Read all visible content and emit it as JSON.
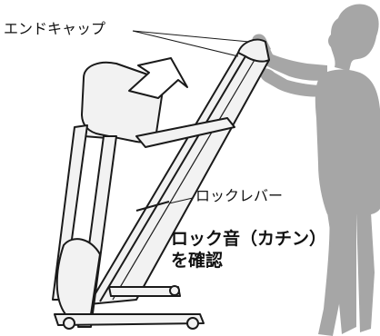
{
  "labels": {
    "end_cap": "エンドキャップ",
    "lock_lever": "ロックレバー",
    "lock_sound_line1": "ロック音（カチン）",
    "lock_sound_line2": "を確認"
  },
  "colors": {
    "person": "#a6a6a6",
    "line": "#1a1a1a",
    "frame_fill": "#f2f2f2",
    "arrow_fill": "#ffffff"
  }
}
